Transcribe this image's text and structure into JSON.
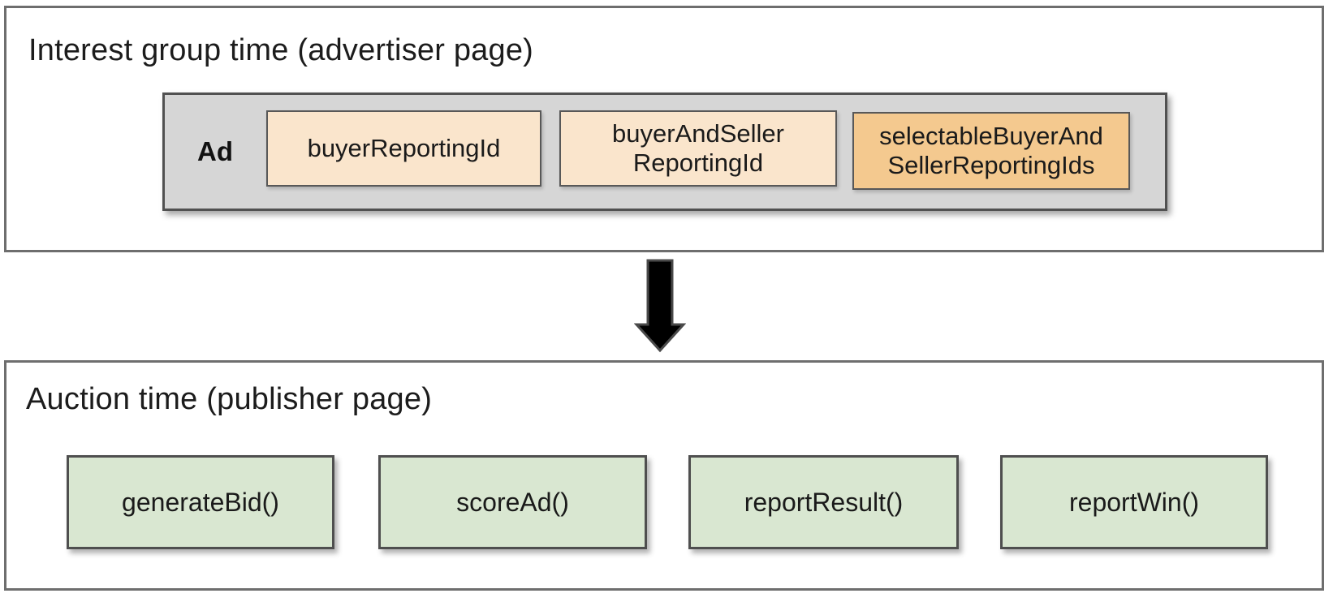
{
  "top_section": {
    "title": "Interest group time (advertiser page)",
    "ad_container": {
      "label": "Ad",
      "boxes": [
        {
          "name": "buyerReportingId",
          "variant": "peach",
          "lines": [
            "buyerReportingId"
          ]
        },
        {
          "name": "buyerAndSellerReportingId",
          "variant": "peach",
          "lines": [
            "buyerAndSeller",
            "ReportingId"
          ]
        },
        {
          "name": "selectableBuyerAndSellerReportingIds",
          "variant": "orange",
          "lines": [
            "selectableBuyerAnd",
            "SellerReportingIds"
          ]
        }
      ]
    }
  },
  "arrow": {
    "direction": "down"
  },
  "bottom_section": {
    "title": "Auction time (publisher page)",
    "function_boxes": [
      {
        "label": "generateBid()"
      },
      {
        "label": "scoreAd()"
      },
      {
        "label": "reportResult()"
      },
      {
        "label": "reportWin()"
      }
    ]
  },
  "colors": {
    "peach_fill": "#FAE5CC",
    "orange_fill": "#F4C98F",
    "ad_container_fill": "#D6D6D6",
    "green_fill": "#D9E7D1",
    "box_border": "#4F4F4F",
    "outer_border": "#6E6E6E",
    "arrow_fill": "#000000",
    "text": "#1A1A1A"
  }
}
